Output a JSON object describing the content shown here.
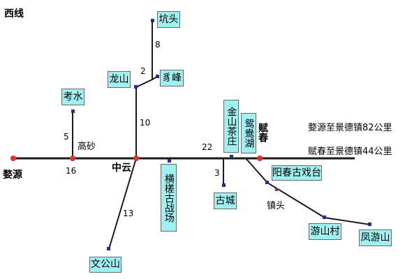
{
  "title": "西线",
  "towns": {
    "wuyuan": "婺源",
    "zhongyun": "中云",
    "fuchun": "赋春",
    "gaosha": "高砂",
    "zhentou": "镇头"
  },
  "spots": {
    "kengtou": "坑头",
    "longshan": "龙山",
    "yufeng": "豸峰",
    "kaoshui": "考水",
    "jinshan_chazhuang": "金山茶庄",
    "yuanyanghu": "鸳鸯湖",
    "hengzhang_guzhanchang": "横槎古战场",
    "gucheng": "古城",
    "yangchun_guxitai": "阳春古戏台",
    "wengongshan": "文公山",
    "youshancun": "游山村",
    "fengyoushan": "凤游山"
  },
  "distances": {
    "kengtou_longshan": "8",
    "longshan_link": "2",
    "zhongyun_longshan": "10",
    "kaoshui_gaosha": "5",
    "wuyuan_gaosha": "16",
    "zhongyun_fuchun": "22",
    "gucheng_link": "3",
    "zhongyun_wengongshan": "13"
  },
  "notes": {
    "wuyuan_jingdezhen": "婺源至景德镇82公里",
    "fuchun_jingdezhen": "赋春至景德镇44公里"
  },
  "colors": {
    "line": "#1a1a1a",
    "town_dot": "#e03030",
    "stop_square": "#1f2fa0",
    "box_fill": "#9ff0f0"
  }
}
